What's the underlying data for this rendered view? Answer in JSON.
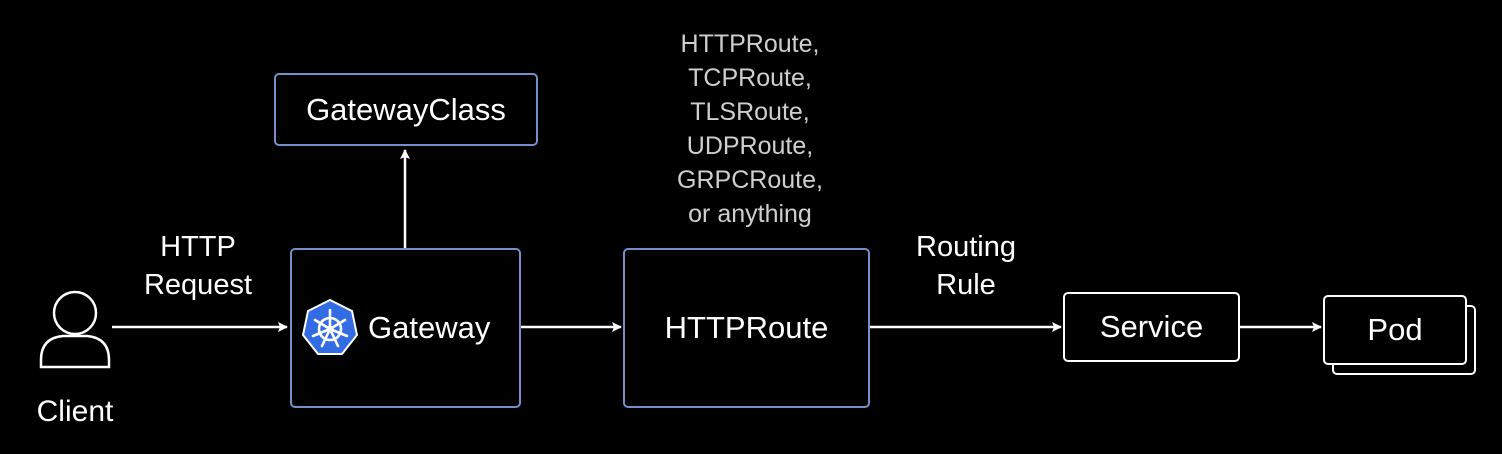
{
  "client": {
    "label": "Client"
  },
  "request_label": [
    "HTTP",
    "Request"
  ],
  "gateway": {
    "label": "Gateway",
    "icon": "kubernetes-helm-icon"
  },
  "gateway_class": {
    "label": "GatewayClass"
  },
  "httproute": {
    "label": "HTTPRoute"
  },
  "route_types": [
    "HTTPRoute,",
    "TCPRoute,",
    "TLSRoute,",
    "UDPRoute,",
    "GRPCRoute,",
    "or anything"
  ],
  "routing_label": [
    "Routing",
    "Rule"
  ],
  "service": {
    "label": "Service"
  },
  "pod": {
    "label": "Pod"
  },
  "colors": {
    "background": "#000000",
    "box_border_blue": "#7590c9",
    "kubernetes_blue": "#326ce5",
    "text": "#ffffff",
    "secondary_text": "#cfcfcf"
  }
}
